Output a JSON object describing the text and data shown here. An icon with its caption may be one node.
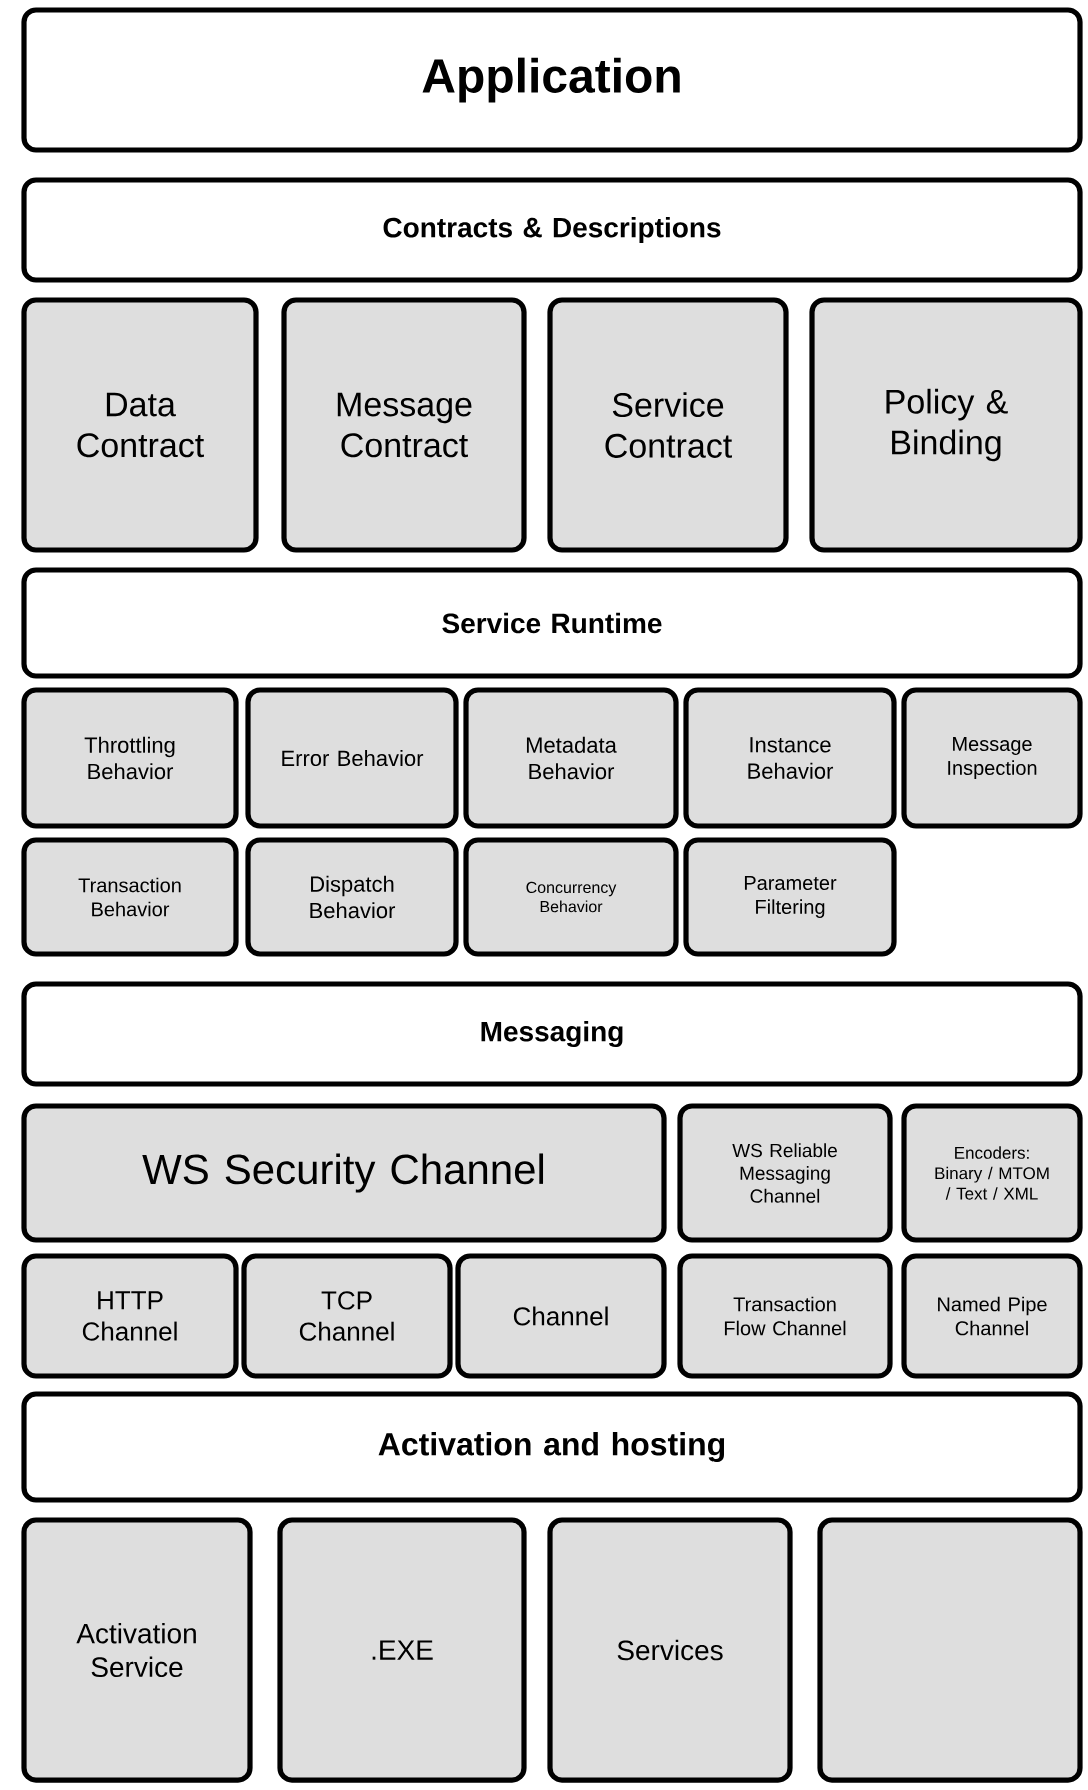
{
  "diagram": {
    "nodes": [
      {
        "text": [
          "Application"
        ]
      },
      {
        "text": [
          "Contracts & Descriptions"
        ]
      },
      {
        "text": [
          "Data Contract"
        ]
      },
      {
        "text": [
          "Message Contract"
        ]
      },
      {
        "text": [
          "Service Contract"
        ]
      },
      {
        "text": [
          "Policy & Binding"
        ]
      },
      {
        "text": [
          "Service Runtime"
        ]
      },
      {
        "text": [
          "Throttling Behavior"
        ]
      },
      {
        "text": [
          "Error Behavior"
        ]
      },
      {
        "text": [
          "Metadata Behavior"
        ]
      },
      {
        "text": [
          "Instance Behavior"
        ]
      },
      {
        "text": [
          "Message Inspection"
        ]
      },
      {
        "text": [
          "Transaction Behavior"
        ]
      },
      {
        "text": [
          "Dispatch Behavior"
        ]
      },
      {
        "text": [
          "Concurrency Behavior"
        ]
      },
      {
        "text": [
          "Parameter Filtering"
        ]
      },
      {
        "text": [
          "Messaging"
        ]
      },
      {
        "text": [
          "WS Security Channel"
        ]
      },
      {
        "text": [
          "WS Reliable Messaging Channel"
        ]
      },
      {
        "text": [
          "Encoders: Binary / MTOM / Text / XML"
        ]
      },
      {
        "text": [
          "HTTP Channel"
        ]
      },
      {
        "text": [
          "TCP Channel"
        ]
      },
      {
        "text": [
          "Channel"
        ]
      },
      {
        "text": [
          "Transaction Flow Channel"
        ]
      },
      {
        "text": [
          "Named Pipe Channel"
        ]
      },
      {
        "text": [
          "Activation and hosting"
        ]
      },
      {
        "text": [
          "Activation Service"
        ]
      },
      {
        "text": [
          ".EXE"
        ]
      },
      {
        "text": [
          "Services"
        ]
      },
      {
        "text": [],
        "shape": "box"
      }
    ]
  }
}
